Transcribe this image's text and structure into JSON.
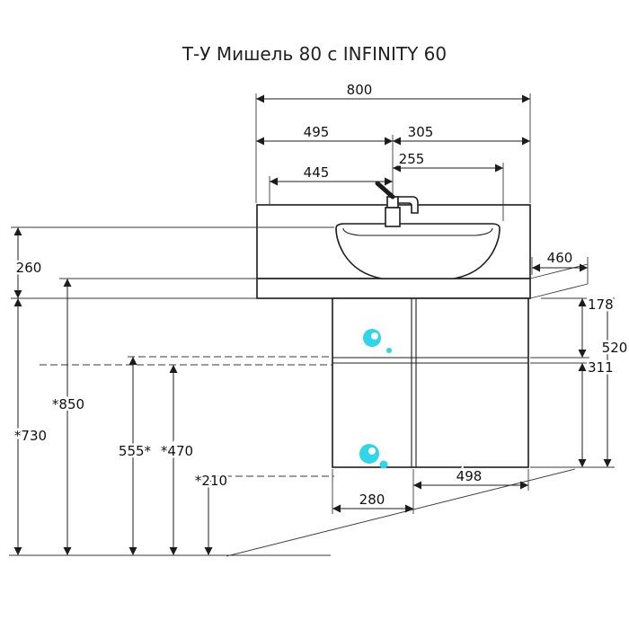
{
  "title": "Т-У Мишель 80 с INFINITY 60",
  "colors": {
    "accent": "#2fd5e8",
    "line": "#1c1c1c"
  },
  "dims": {
    "w800": "800",
    "w495": "495",
    "w305": "305",
    "w445": "445",
    "w255": "255",
    "h260": "260",
    "h730": "*730",
    "h850": "*850",
    "h555": "555*",
    "h470": "*470",
    "h210": "*210",
    "d460": "460",
    "h178": "178",
    "h311": "311",
    "h520": "520",
    "w498": "498",
    "w280": "280"
  }
}
